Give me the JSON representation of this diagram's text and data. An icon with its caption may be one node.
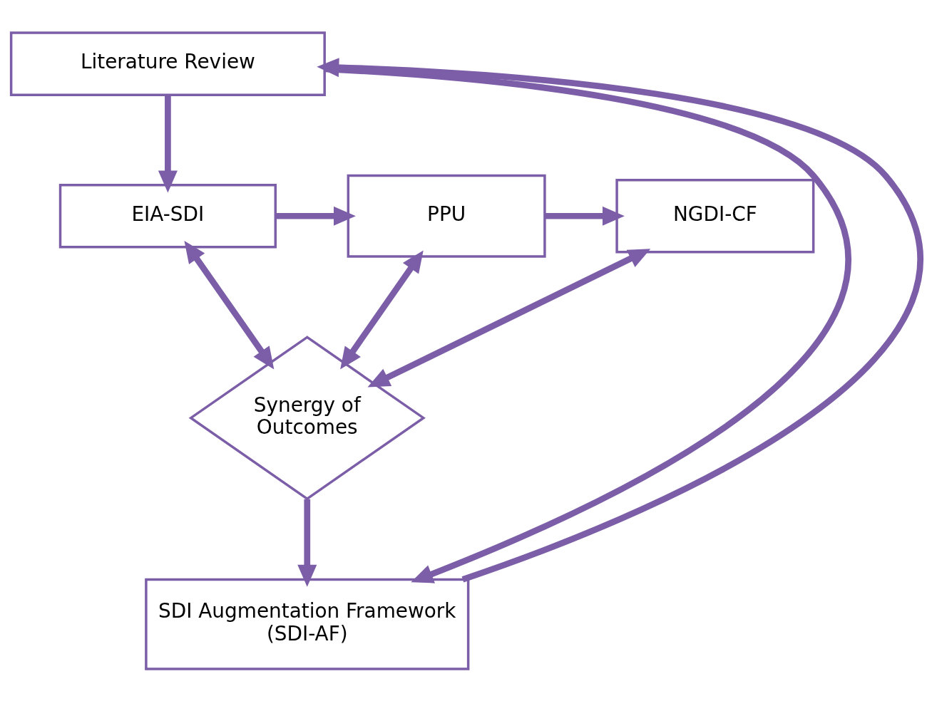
{
  "diagram": {
    "nodes": [
      {
        "text": [
          "Literature Review"
        ]
      },
      {
        "text": [
          "EIA-SDI"
        ]
      },
      {
        "text": [
          "PPU"
        ]
      },
      {
        "text": [
          "NGDI-CF"
        ]
      },
      {
        "text": [
          "Synergy of Outcomes"
        ]
      },
      {
        "text": [
          "SDI Augmentation Framework (SDI-AF)"
        ]
      }
    ],
    "edges": [
      {
        "from": 0,
        "to": 1,
        "arrow": "to"
      },
      {
        "from": 1,
        "to": 2,
        "arrow": "to"
      },
      {
        "from": 2,
        "to": 3,
        "arrow": "to"
      },
      {
        "from": 4,
        "to": 2,
        "arrow": "both"
      },
      {
        "from": 1,
        "to": 4,
        "arrow": "both"
      },
      {
        "from": 3,
        "to": 4,
        "arrow": "both"
      },
      {
        "from": 4,
        "to": 5,
        "arrow": "to"
      },
      {
        "from": 5,
        "to": 0,
        "arrow": "to"
      },
      {
        "from": 0,
        "to": 5,
        "arrow": "to"
      }
    ]
  }
}
